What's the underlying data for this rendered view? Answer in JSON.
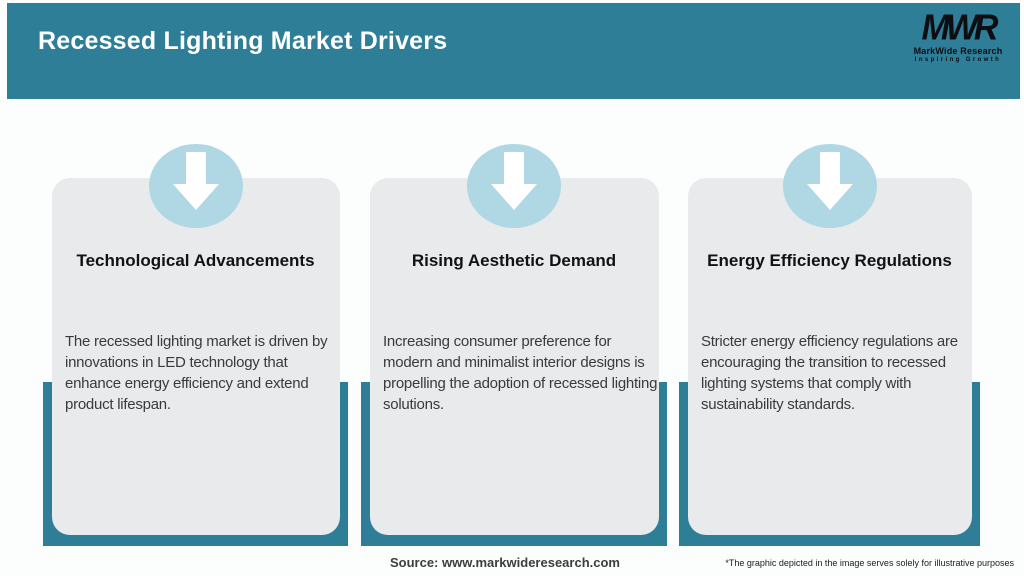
{
  "header": {
    "title": "Recessed Lighting Market Drivers",
    "logo": {
      "monogram": "MWR",
      "name": "MarkWide Research",
      "tagline": "Inspiring Growth"
    }
  },
  "cards": [
    {
      "icon": "arrow-down-icon",
      "title": "Technological Advancements",
      "description": "The recessed lighting market is driven by innovations in LED technology that enhance energy efficiency and extend product lifespan."
    },
    {
      "icon": "arrow-down-icon",
      "title": "Rising Aesthetic Demand",
      "description": "Increasing consumer preference for modern and minimalist interior designs is propelling the adoption of recessed lighting solutions."
    },
    {
      "icon": "arrow-down-icon",
      "title": "Energy Efficiency Regulations",
      "description": "Stricter energy efficiency regulations are encouraging the transition to recessed lighting systems that comply with sustainability standards."
    }
  ],
  "footer": {
    "source": "Source: www.markwideresearch.com",
    "disclaimer": "*The graphic depicted in the image serves solely for illustrative purposes"
  },
  "colors": {
    "teal": "#2E7E98",
    "icon_circle": "#AFD7E4",
    "card_background": "#E8EAEC",
    "logo_text": "#0D0D12"
  }
}
